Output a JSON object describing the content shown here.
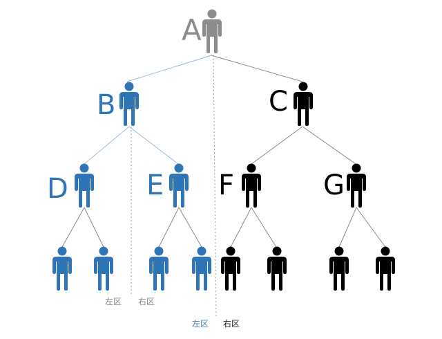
{
  "colors": {
    "root": "#8c8c8c",
    "left": "#2f75b5",
    "right": "#000000",
    "line_left": "#9dbbd8",
    "line_right": "#8a8a8a",
    "divider": "#9a9a9a",
    "zone_left_text": "#4a7fb6",
    "zone_right_text": "#222222",
    "zone_sub_text": "#8a8a8a"
  },
  "icon": "person-icon",
  "nodes": {
    "A": {
      "label": "A",
      "color": "root"
    },
    "B": {
      "label": "B",
      "color": "left"
    },
    "C": {
      "label": "C",
      "color": "right"
    },
    "D": {
      "label": "D",
      "color": "left"
    },
    "E": {
      "label": "E",
      "color": "left"
    },
    "F": {
      "label": "F",
      "color": "right"
    },
    "G": {
      "label": "G",
      "color": "right"
    }
  },
  "zones": {
    "main_left": "左区",
    "main_right": "右区",
    "sub_left": "左区",
    "sub_right": "右区"
  }
}
